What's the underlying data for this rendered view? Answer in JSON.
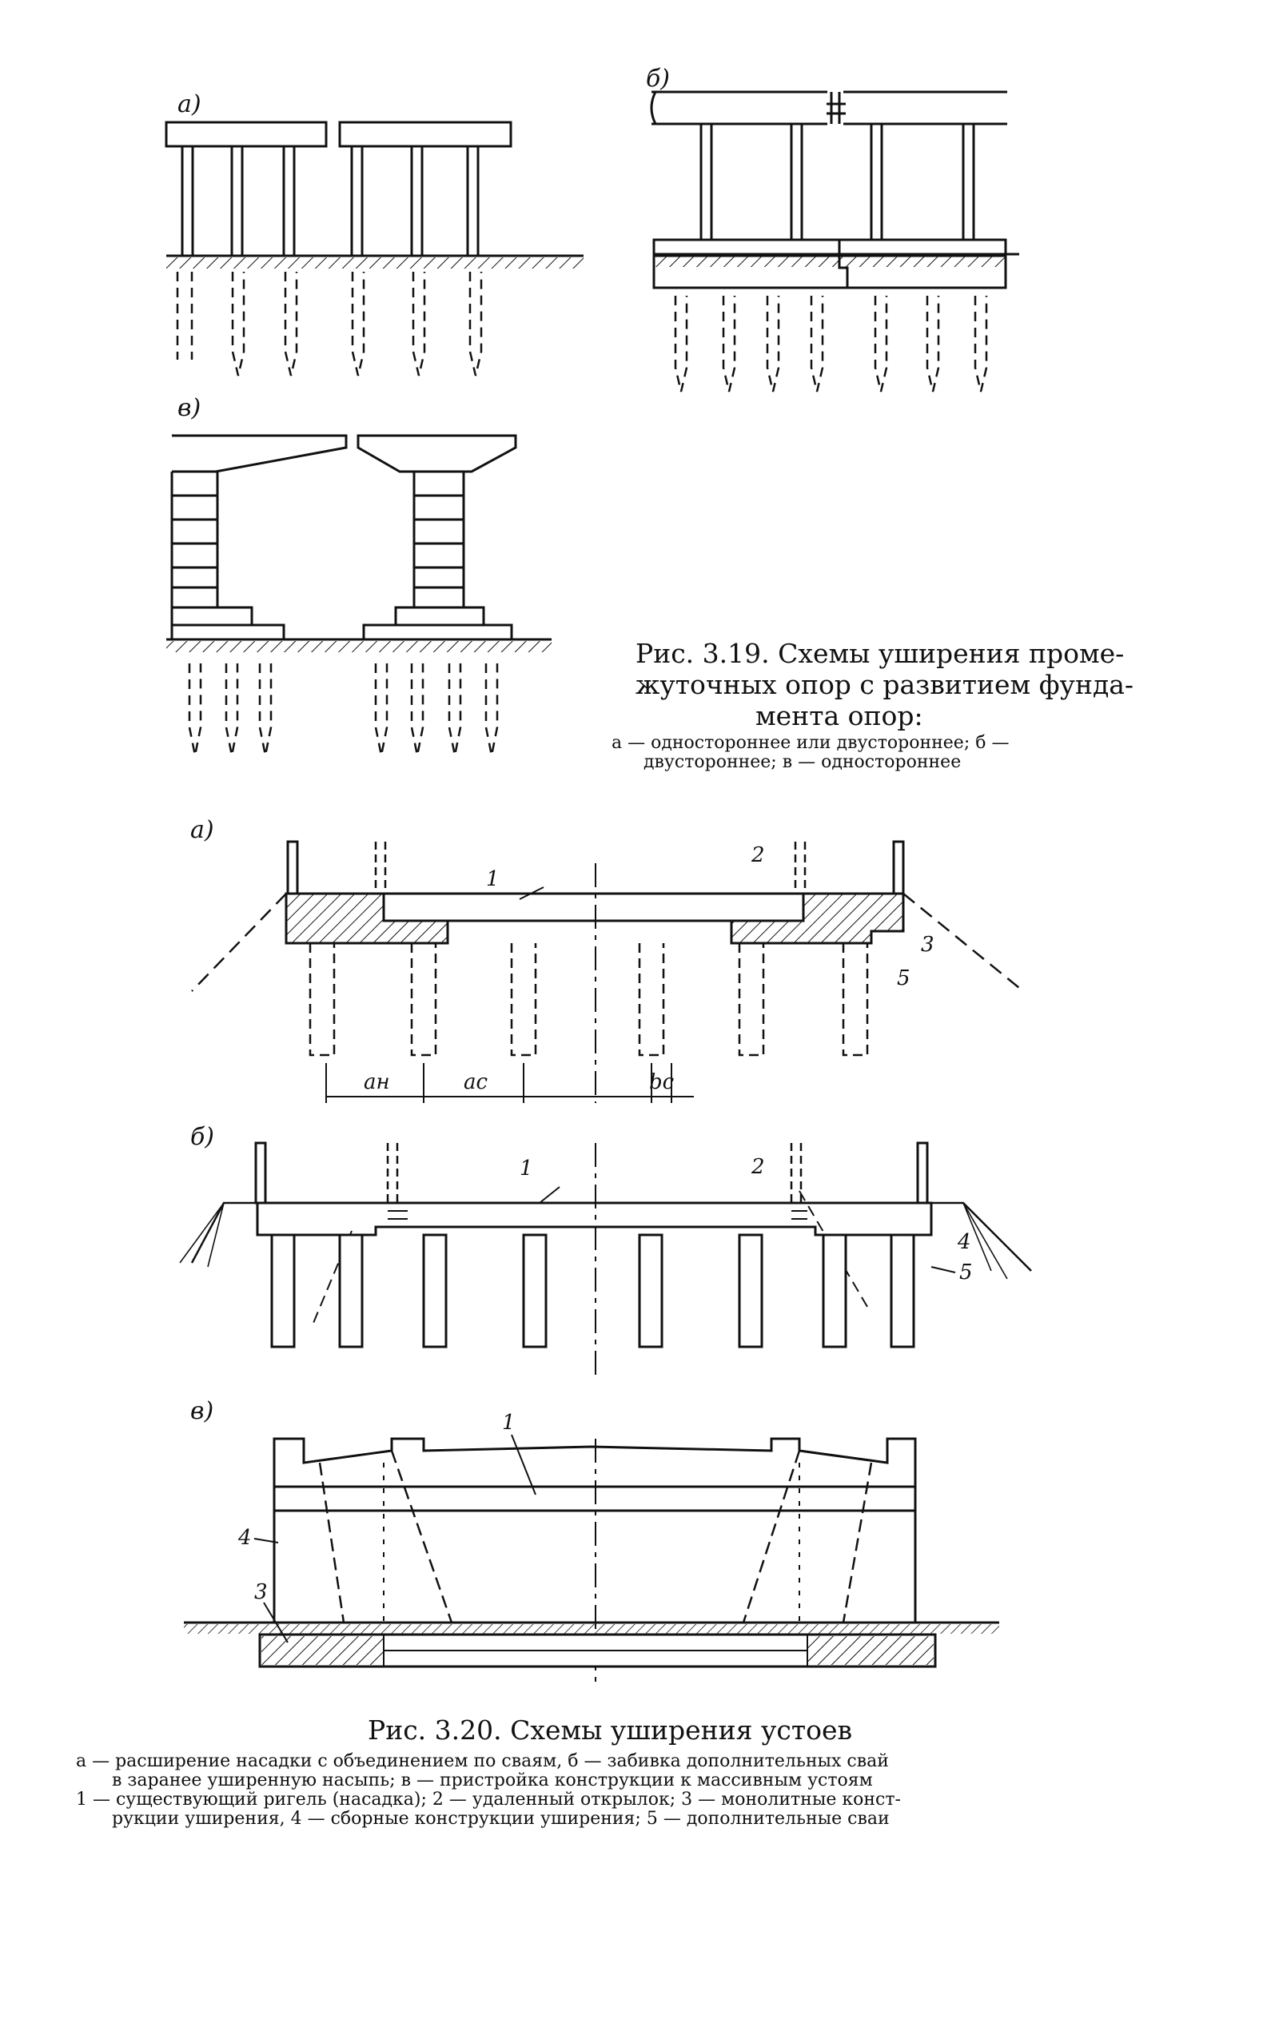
{
  "fig319": {
    "panel_labels": {
      "a": "а)",
      "b": "б)",
      "v": "в)"
    },
    "caption": {
      "title_line1": "Рис. 3.19. Схемы уширения проме-",
      "title_line2": "жуточных опор с развитием фунда-",
      "title_line3": "мента опор:",
      "legend_line1": "а — одностороннее или двустороннее; б —",
      "legend_line2": "двустороннее; в — одностороннее"
    }
  },
  "fig320": {
    "panel_labels": {
      "a": "а)",
      "b": "б)",
      "v": "в)"
    },
    "callouts": {
      "c1": "1",
      "c2": "2",
      "c3": "3",
      "c4": "4",
      "c5": "5"
    },
    "dimensions": {
      "an": "aн",
      "ac": "aс",
      "bc": "bс"
    },
    "caption": {
      "title": "Рис. 3.20. Схемы уширения устоев",
      "legend_line1": "а — расширение насадки с объединением по сваям, б — забивка дополнительных свай",
      "legend_line2": "в заранее уширенную насыпь; в — пристройка конструкции к массивным устоям",
      "legend_line3": "1 — существующий ригель (насадка); 2 — удаленный открылок; 3 — монолитные конст-",
      "legend_line4": "рукции уширения, 4 — сборные конструкции уширения; 5 — дополнительные сваи"
    }
  }
}
